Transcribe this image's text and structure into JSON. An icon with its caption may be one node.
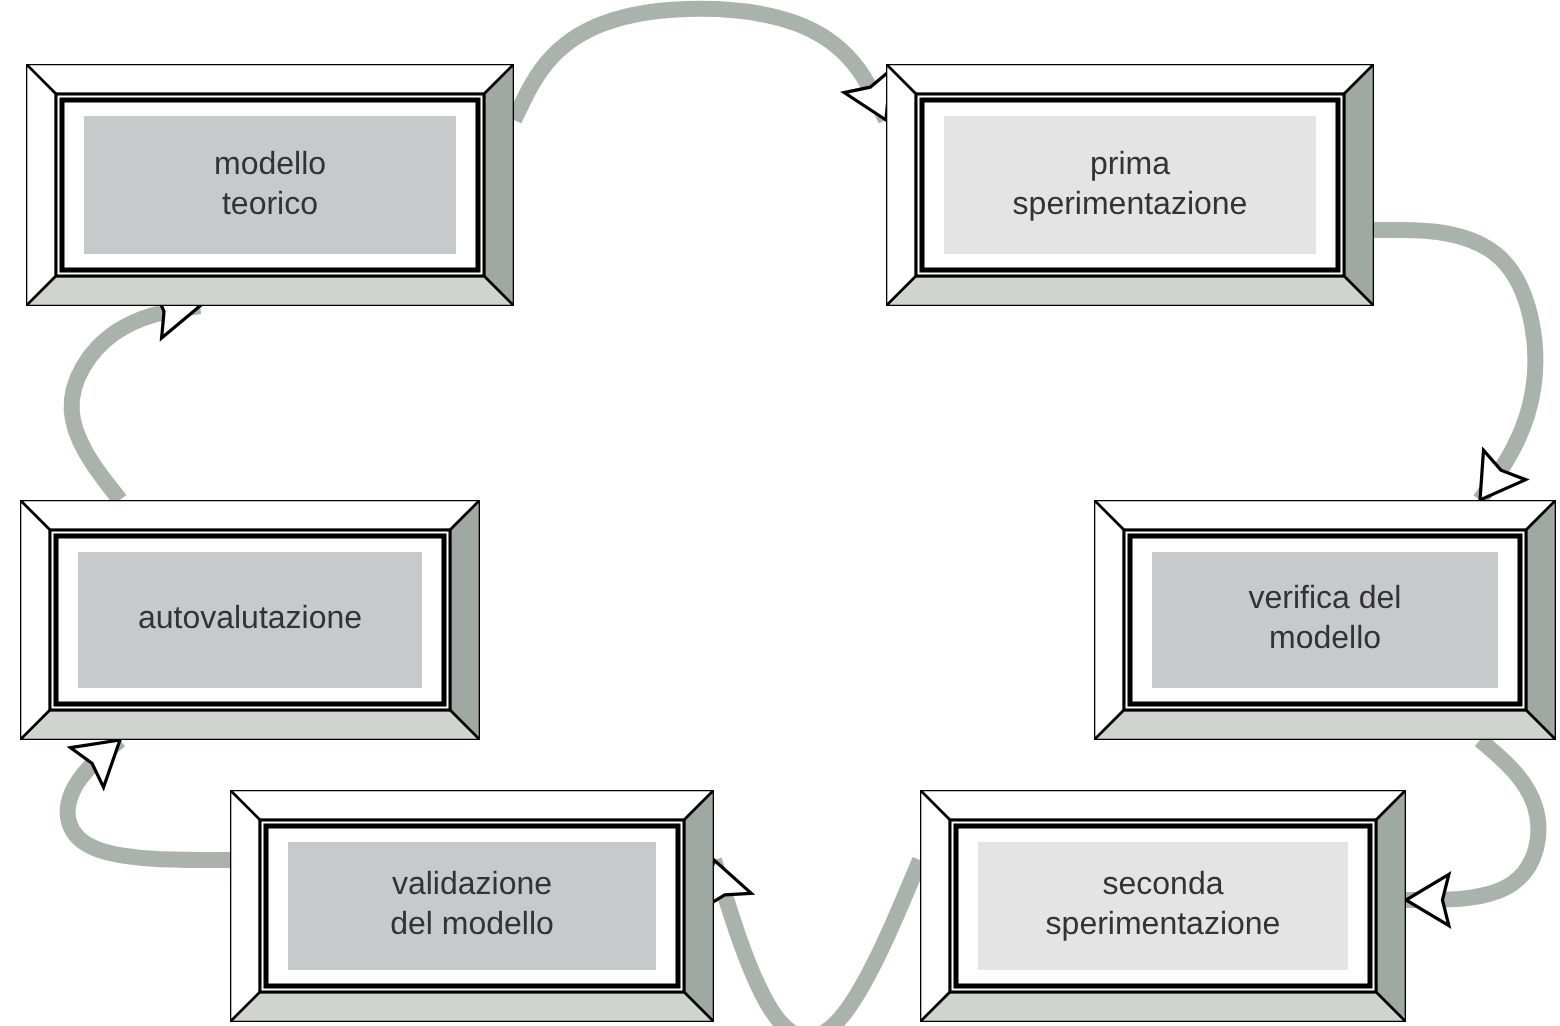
{
  "diagram": {
    "nodes": [
      {
        "text": [
          "modello teorico"
        ]
      },
      {
        "text": [
          "prima sperimentazione"
        ]
      },
      {
        "text": [
          "verifica del modello"
        ]
      },
      {
        "text": [
          "seconda sperimentazione"
        ]
      },
      {
        "text": [
          "validazione del modello"
        ]
      },
      {
        "text": [
          "autovalutazione"
        ]
      }
    ],
    "edges": [
      {
        "from": 0,
        "to": 1,
        "arrow": "to"
      },
      {
        "from": 1,
        "to": 2,
        "arrow": "to"
      },
      {
        "from": 2,
        "to": 3,
        "arrow": "to"
      },
      {
        "from": 3,
        "to": 4,
        "arrow": "to"
      },
      {
        "from": 4,
        "to": 5,
        "arrow": "to"
      },
      {
        "from": 5,
        "to": 0,
        "arrow": "to"
      }
    ]
  }
}
